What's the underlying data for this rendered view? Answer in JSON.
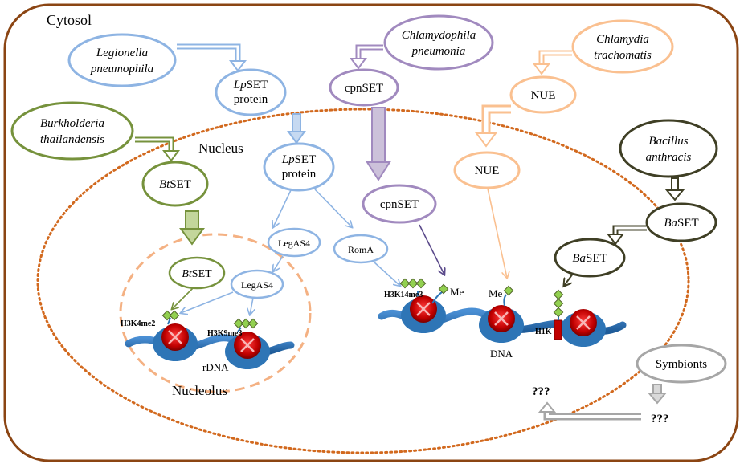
{
  "colors": {
    "cytosol_border": "#8B4513",
    "nucleus_border": "#D2691E",
    "nucleolus_border": "#F4B183",
    "legionella": "#8EB4E3",
    "burkholderia": "#76923C",
    "chlamydophila": "#A18ABF",
    "chlamydia": "#FAC090",
    "bacillus": "#3F3F25",
    "symbionts": "#A6A6A6",
    "histone": "#C00000",
    "dna": "#2E75B6",
    "methyl": "#92D050"
  },
  "labels": {
    "cytosol": "Cytosol",
    "nucleus": "Nucleus",
    "nucleolus": "Nucleolus",
    "rdna": "rDNA",
    "dna": "DNA"
  },
  "organisms": {
    "legionella": [
      "Legionella",
      "pneumophila"
    ],
    "burkholderia": [
      "Burkholderia",
      "thailandensis"
    ],
    "chlamydophila": [
      "Chlamydophila",
      "pneumonia"
    ],
    "chlamydia": [
      "Chlamydia",
      "trachomatis"
    ],
    "bacillus": [
      "Bacillus",
      "anthracis"
    ],
    "symbionts": "Symbionts"
  },
  "proteins": {
    "lpset_prefix": "Lp",
    "lpset_suffix": "SET",
    "protein_word": "protein",
    "btset_prefix": "Bt",
    "btset_suffix": "SET",
    "baset_prefix": "Ba",
    "baset_suffix": "SET",
    "cpnset": "cpnSET",
    "nue": "NUE",
    "legas4": "LegAS4",
    "roma": "RomA"
  },
  "marks": {
    "h3k4me2": "H3K4me2",
    "h3k9me3": "H3K9me3",
    "h3k14me3": "H3K14me3",
    "me": "Me",
    "h1k": "H1K",
    "unknown": "???"
  }
}
